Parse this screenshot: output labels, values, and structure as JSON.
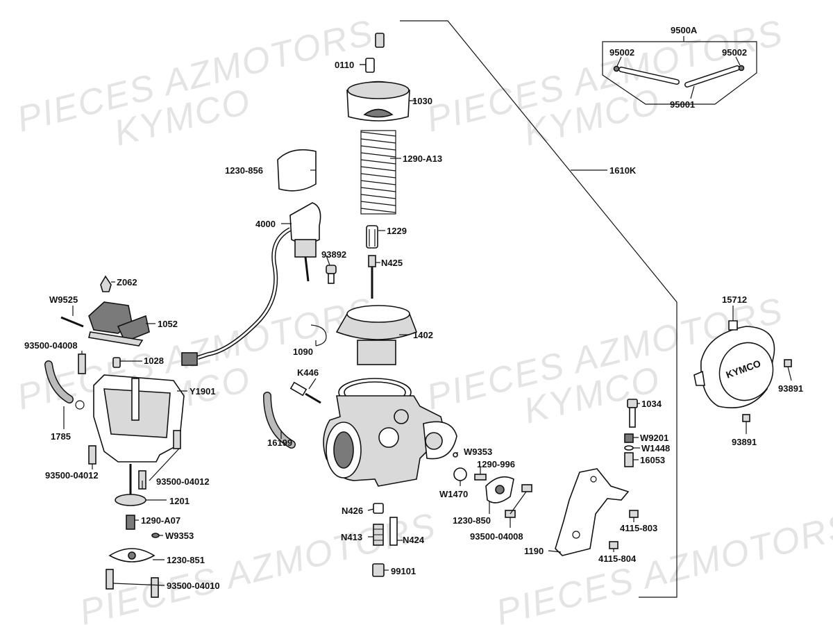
{
  "watermark": {
    "line1": "PIECES AZMOTORS",
    "line2": "KYMCO"
  },
  "cap_logo": "KYMCO",
  "labels": {
    "p0110": "0110",
    "p1030": "1030",
    "p1290_A13": "1290-A13",
    "p1229": "1229",
    "pN425": "N425",
    "p93892": "93892",
    "p1230_856": "1230-856",
    "p4000": "4000",
    "pZ062": "Z062",
    "pW9525": "W9525",
    "p1052": "1052",
    "p93500_04008_a": "93500-04008",
    "p1028": "1028",
    "pY1901": "Y1901",
    "p1785": "1785",
    "p93500_04012_a": "93500-04012",
    "p93500_04012_b": "93500-04012",
    "p1201": "1201",
    "p1290_A07": "1290-A07",
    "pW9353_a": "W9353",
    "p1230_851": "1230-851",
    "p93500_04010": "93500-04010",
    "p1090": "1090",
    "p1402": "1402",
    "pK446": "K446",
    "p16199": "16199",
    "pW9353_b": "W9353",
    "p1290_996": "1290-996",
    "pW1470": "W1470",
    "p1230_850": "1230-850",
    "p93500_04008_b": "93500-04008",
    "pN426": "N426",
    "pN413": "N413",
    "pN424": "N424",
    "p99101": "99101",
    "p1034": "1034",
    "pW9201": "W9201",
    "pW1448": "W1448",
    "p16053": "16053",
    "p1190": "1190",
    "p4115_803": "4115-803",
    "p4115_804": "4115-804",
    "p1610K": "1610K",
    "p9500A": "9500A",
    "p95002_a": "95002",
    "p95002_b": "95002",
    "p95001": "95001",
    "p15712": "15712",
    "p93891_a": "93891",
    "p93891_b": "93891"
  }
}
